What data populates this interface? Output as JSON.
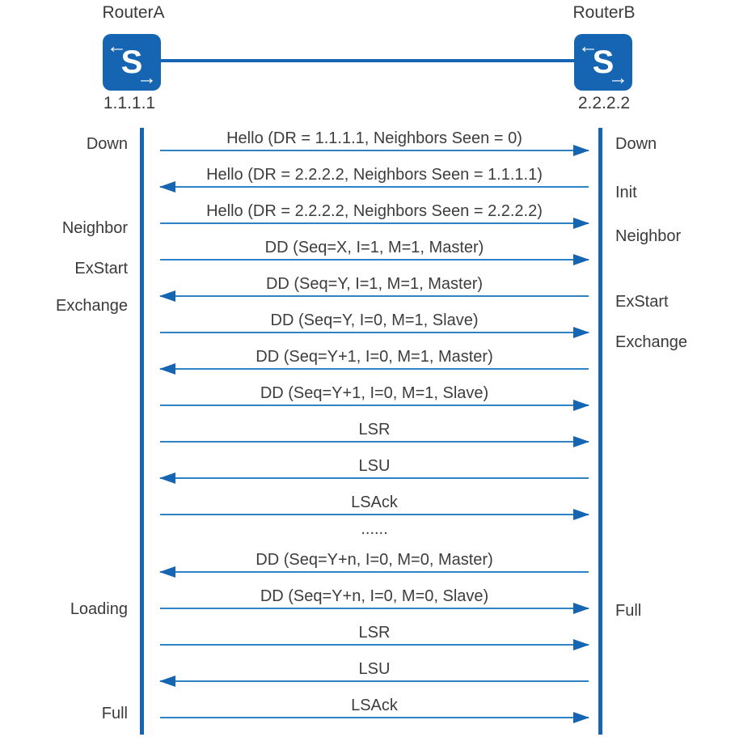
{
  "routers": [
    {
      "name": "RouterA",
      "ip": "1.1.1.1"
    },
    {
      "name": "RouterB",
      "ip": "2.2.2.2"
    }
  ],
  "icons": {
    "switch_glyph": "S",
    "arrow_upper_left": "←",
    "arrow_lower_right": "→"
  },
  "states": {
    "left": [
      "Down",
      "Neighbor",
      "ExStart",
      "Exchange",
      "Loading",
      "Full"
    ],
    "right": [
      "Down",
      "Init",
      "Neighbor",
      "ExStart",
      "Exchange",
      "Full"
    ]
  },
  "messages": [
    {
      "text": "Hello (DR = 1.1.1.1, Neighbors Seen = 0)",
      "direction": "right"
    },
    {
      "text": "Hello (DR = 2.2.2.2, Neighbors Seen = 1.1.1.1)",
      "direction": "left"
    },
    {
      "text": "Hello (DR = 2.2.2.2, Neighbors Seen = 2.2.2.2)",
      "direction": "right"
    },
    {
      "text": "DD (Seq=X, I=1, M=1, Master)",
      "direction": "right"
    },
    {
      "text": "DD (Seq=Y, I=1, M=1, Master)",
      "direction": "left"
    },
    {
      "text": "DD (Seq=Y, I=0, M=1, Slave)",
      "direction": "right"
    },
    {
      "text": "DD (Seq=Y+1, I=0, M=1, Master)",
      "direction": "left"
    },
    {
      "text": "DD (Seq=Y+1, I=0, M=1, Slave)",
      "direction": "right"
    },
    {
      "text": "LSR",
      "direction": "right"
    },
    {
      "text": "LSU",
      "direction": "left"
    },
    {
      "text": "LSAck",
      "direction": "right"
    },
    {
      "text": "......",
      "direction": "none"
    },
    {
      "text": "DD (Seq=Y+n, I=0, M=0, Master)",
      "direction": "left"
    },
    {
      "text": "DD (Seq=Y+n, I=0, M=0, Slave)",
      "direction": "right"
    },
    {
      "text": "LSR",
      "direction": "right"
    },
    {
      "text": "LSU",
      "direction": "left"
    },
    {
      "text": "LSAck",
      "direction": "right"
    }
  ],
  "colors": {
    "accent_blue": "#1565B2",
    "arrow_line_blue": "#2E82C6",
    "text_gray": "#3D3D3D"
  }
}
